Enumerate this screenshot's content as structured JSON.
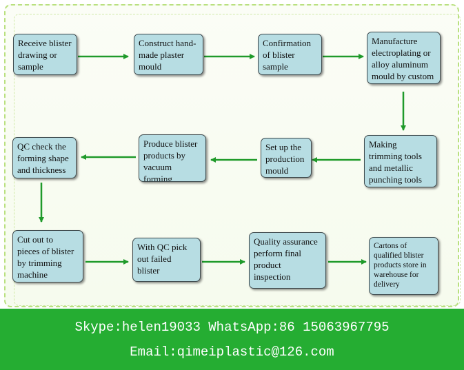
{
  "steps": [
    "Receive blister\ndrawing or\nsample",
    "Construct hand-\nmade plaster\nmould",
    "Confirmation\nof blister\nsample",
    "Manufacture\nelectroplating or\nalloy aluminum\nmould by custom",
    "Making\ntrimming tools\nand metallic\npunching tools",
    "Set up the\nproduction\nmould",
    "Produce blister\nproducts by\nvacuum forming\nmachine",
    "QC check the\nforming shape\nand thickness",
    "Cut out to\npieces of blister\nby trimming\nmachine",
    "With QC pick\nout failed\nblister",
    "Quality assurance\nperform final\nproduct\ninspection",
    "Cartons of\nqualified blister\nproducts store in\nwarehouse for\ndelivery"
  ],
  "contact": {
    "line1": "Skype:helen19033 WhatsApp:86 15063967795",
    "line2": "Email:qimeiplastic@126.com"
  },
  "colors": {
    "box_fill": "#b7dde3",
    "arrow": "#1f9a2a",
    "footer": "#25ad32",
    "frame_border": "#b9e07f"
  }
}
